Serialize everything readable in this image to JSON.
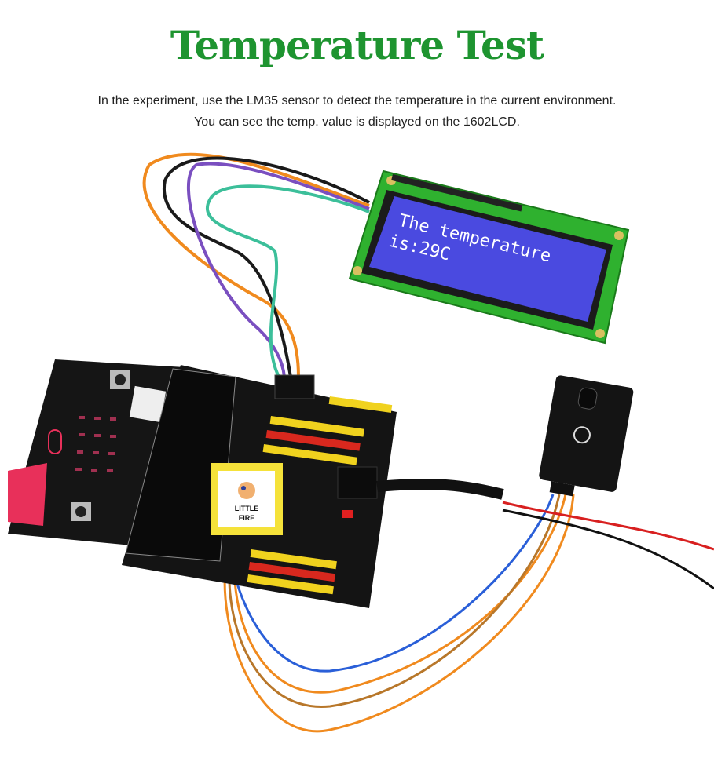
{
  "header": {
    "title": "Temperature Test",
    "description_line1": "In the experiment, use the LM35 sensor to detect the temperature in the current environment.",
    "description_line2": "You can see the temp. value is displayed on the 1602LCD."
  },
  "lcd": {
    "line1": "The temperature",
    "line2": "is:29C",
    "screen_color": "#4a4ae0",
    "pcb_color": "#2fb12f"
  },
  "logo": {
    "line1": "LITTLE",
    "line2": "FIRE",
    "frame_color": "#f5e23a"
  },
  "colors": {
    "title": "#1e9430",
    "board": "#141414",
    "header_yellow": "#f0d21e",
    "header_red": "#d8281e"
  }
}
